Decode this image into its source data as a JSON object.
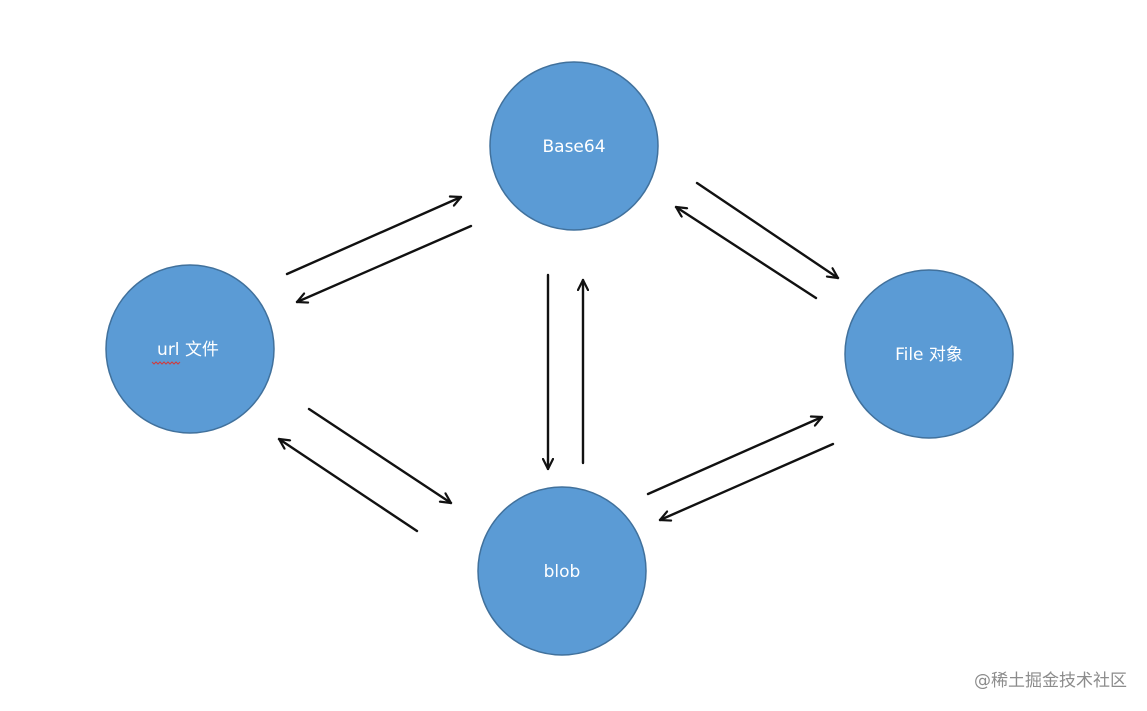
{
  "diagram": {
    "nodes": [
      {
        "id": "base64",
        "label": "Base64"
      },
      {
        "id": "url",
        "label": "url 文件"
      },
      {
        "id": "file",
        "label": "File 对象"
      },
      {
        "id": "blob",
        "label": "blob"
      }
    ],
    "edges": [
      {
        "from": "url",
        "to": "base64"
      },
      {
        "from": "base64",
        "to": "url"
      },
      {
        "from": "base64",
        "to": "file"
      },
      {
        "from": "file",
        "to": "base64"
      },
      {
        "from": "base64",
        "to": "blob"
      },
      {
        "from": "blob",
        "to": "base64"
      },
      {
        "from": "url",
        "to": "blob"
      },
      {
        "from": "blob",
        "to": "url"
      },
      {
        "from": "blob",
        "to": "file"
      },
      {
        "from": "file",
        "to": "blob"
      }
    ]
  },
  "watermark": "@稀土掘金技术社区"
}
